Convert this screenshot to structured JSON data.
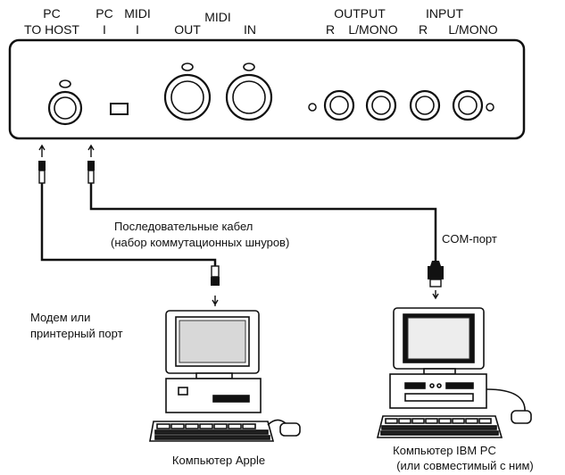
{
  "panel": {
    "jack_labels": {
      "pc_line1": "PC",
      "pc_line2": "TO HOST",
      "pci_line1": "PC",
      "pci_line2": "I",
      "midi_line1": "MIDI",
      "midi_line2": "I",
      "midi_group": "MIDI",
      "midi_out": "OUT",
      "midi_in": "IN",
      "output_group": "OUTPUT",
      "output_r": "R",
      "output_lmono": "L/MONO",
      "input_group": "INPUT",
      "input_r": "R",
      "input_lmono": "L/MONO"
    }
  },
  "cables": {
    "serial_line1": "Последовательные кабел",
    "serial_line2": "(набор коммутационных шнуров)",
    "com_port": "COM-порт",
    "modem_line1": "Модем или",
    "modem_line2": "принтерный порт"
  },
  "computers": {
    "apple": "Компьютер Apple",
    "ibm_line1": "Компьютер IBM PC",
    "ibm_line2": "(или  совместимый с  ним)"
  },
  "colors": {
    "ink": "#111111",
    "paper": "#ffffff"
  }
}
